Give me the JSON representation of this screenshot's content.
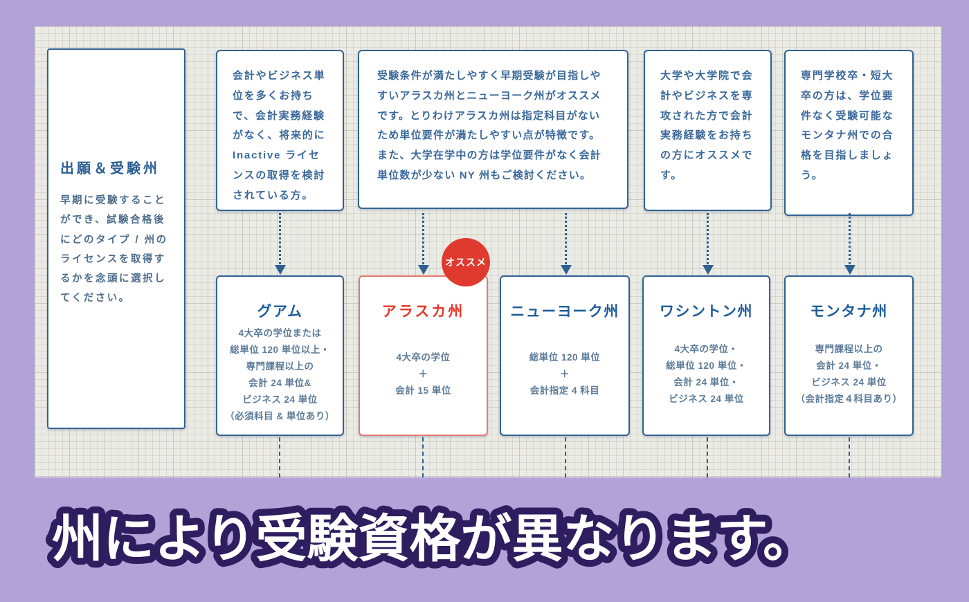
{
  "intro": {
    "title": "出願＆受験州",
    "body": "早期に受験することができ、試験合格後にどのタイプ / 州のライセンスを取得するかを念頭に選択してください。"
  },
  "notes": [
    {
      "text": "会計やビジネス単位を多くお持ちで、会計実務経験がなく、将来的に Inactive ライセンスの取得を検討されている方。"
    },
    {
      "text": "受験条件が満たしやすく早期受験が目指しやすいアラスカ州とニューヨーク州がオススメです。とりわけアラスカ州は指定科目がないため単位要件が満たしやすい点が特徴です。また、大学在学中の方は学位要件がなく会計単位数が少ない NY 州もご検討ください。"
    },
    {
      "text": "大学や大学院で会計やビジネスを専攻された方で会計実務経験をお持ちの方にオススメです。"
    },
    {
      "text": "専門学校卒・短大卒の方は、学位要件なく受験可能なモンタナ州での合格を目指しましょう。"
    }
  ],
  "badge": {
    "label": "オススメ"
  },
  "states": [
    {
      "name": "グアム",
      "requirements": "4大卒の学位または\n総単位 120 単位以上・\n専門課程以上の\n会計 24 単位&\nビジネス 24 単位\n（必須科目 & 単位あり）",
      "highlight": false
    },
    {
      "name": "アラスカ州",
      "requirements": "4大卒の学位\n＋\n会計 15 単位",
      "highlight": true
    },
    {
      "name": "ニューヨーク州",
      "requirements": "総単位 120 単位\n＋\n会計指定 4 科目",
      "highlight": false
    },
    {
      "name": "ワシントン州",
      "requirements": "4大卒の学位・\n総単位 120 単位・\n会計 24 単位・\nビジネス 24 単位",
      "highlight": false
    },
    {
      "name": "モンタナ州",
      "requirements": "専門課程以上の\n会計 24 単位・\nビジネス 24 単位\n（会計指定４科目あり）",
      "highlight": false
    }
  ],
  "headline": {
    "text": "州により受験資格が異なります。"
  },
  "colors": {
    "page_background": "#b3a2d8",
    "panel_background": "#ebebe6",
    "box_border_blue": "#2f6391",
    "title_blue": "#1e5d9b",
    "body_text_blue": "#4d6d8c",
    "accent_red": "#e03a2e",
    "highlight_border_red": "#e57a6e",
    "headline_fill": "#ffffff",
    "headline_outline": "#2e1d5f"
  }
}
